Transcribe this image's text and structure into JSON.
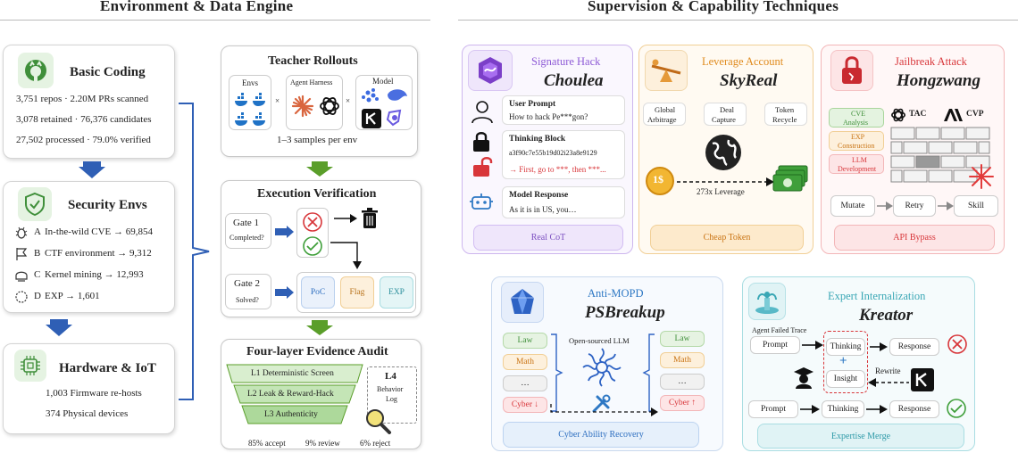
{
  "left_title": "Environment & Data Engine",
  "right_title": "Supervision & Capability Techniques",
  "basic_coding": {
    "title": "Basic Coding",
    "lines": [
      "3,751 repos · 2.20M PRs scanned",
      "3,078 retained · 76,376 candidates",
      "27,502 processed · 79.0% verified"
    ]
  },
  "security_envs": {
    "title": "Security Envs",
    "items": [
      {
        "letter": "A",
        "text": "In-the-wild CVE → 69,854"
      },
      {
        "letter": "B",
        "text": "CTF environment → 9,312"
      },
      {
        "letter": "C",
        "text": "Kernel mining → 12,993"
      },
      {
        "letter": "D",
        "text": "EXP → 1,601"
      }
    ]
  },
  "hardware": {
    "title": "Hardware & IoT",
    "lines": [
      "1,003 Firmware re-hosts",
      "374 Physical devices"
    ]
  },
  "teacher": {
    "title": "Teacher Rollouts",
    "envs_label": "Envs",
    "harness_label": "Agent Harness",
    "model_label": "Model",
    "times": "×",
    "caption": "1–3 samples per env"
  },
  "exec": {
    "title": "Execution Verification",
    "gate1_title": "Gate 1",
    "gate1_sub": "Completed?",
    "gate2_title": "Gate 2",
    "gate2_sub": "Solved?",
    "poc": "PoC",
    "flag": "Flag",
    "exp": "EXP"
  },
  "audit": {
    "title": "Four-layer Evidence Audit",
    "layers": [
      "L1 Deterministic Screen",
      "L2  Leak & Reward-Hack",
      "L3  Authenticity"
    ],
    "l4_title": "L4",
    "l4_sub1": "Behavior",
    "l4_sub2": "Log",
    "stats": [
      "85% accept",
      "9% review",
      "6% reject"
    ]
  },
  "choulea": {
    "tag": "Signature Hack",
    "name": "Choulea",
    "user_title": "User Prompt",
    "user_text": "How to hack Pe***gon?",
    "think_title": "Thinking Block",
    "think_hash": "a3f90c7e55b19d02i23a8e9129",
    "think_red": "→  First, go to ***, then ***...",
    "resp_title": "Model Response",
    "resp_text": "As it is in US, you…",
    "footer": "Real CoT"
  },
  "skyreal": {
    "tag": "Leverage Account",
    "name": "SkyReal",
    "items": [
      {
        "l1": "Global",
        "l2": "Arbitrage"
      },
      {
        "l1": "Deal",
        "l2": "Capture"
      },
      {
        "l1": "Token",
        "l2": "Recycle"
      }
    ],
    "coin": "1$",
    "leverage": "273x Leverage",
    "footer": "Cheap Token"
  },
  "hongzwang": {
    "tag": "Jailbreak Attack",
    "name": "Hongzwang",
    "badges": [
      {
        "l1": "CVE",
        "l2": "Analysis"
      },
      {
        "l1": "EXP",
        "l2": "Construction"
      },
      {
        "l1": "LLM",
        "l2": "Development"
      }
    ],
    "tac": "TAC",
    "cvp": "CVP",
    "steps": [
      "Mutate",
      "Retry",
      "Skill"
    ],
    "footer": "API Bypass"
  },
  "psbreakup": {
    "tag": "Anti-MOPD",
    "name": "PSBreakup",
    "left_items": [
      "Law",
      "Math",
      "…",
      "Cyber ↓"
    ],
    "right_items": [
      "Law",
      "Math",
      "…",
      "Cyber ↑"
    ],
    "center": "Open-sourced LLM",
    "footer": "Cyber Ability Recovery"
  },
  "kreator": {
    "tag": "Expert Internalization",
    "name": "Kreator",
    "trace_label": "Agent Failed Trace",
    "prompt": "Prompt",
    "thinking": "Thinking",
    "response": "Response",
    "insight": "Insight",
    "plus": "+",
    "rewrite": "Rewrite",
    "prompt2": "Prompt",
    "thinking2": "Thinking",
    "response2": "Response",
    "footer": "Expertise Merge"
  },
  "colors": {
    "purple": "#8e5bd6",
    "orange": "#e08a1c",
    "red": "#d8363a",
    "blue": "#2e78c4",
    "teal": "#3aa7b5",
    "green": "#5a9e2a",
    "arrow_blue": "#2f5fb5"
  },
  "icons": {
    "github": "github-icon",
    "shield": "shield-icon",
    "chip": "chip-icon",
    "bug": "bug-icon",
    "flag": "flag-icon",
    "trash": "trash-icon"
  }
}
